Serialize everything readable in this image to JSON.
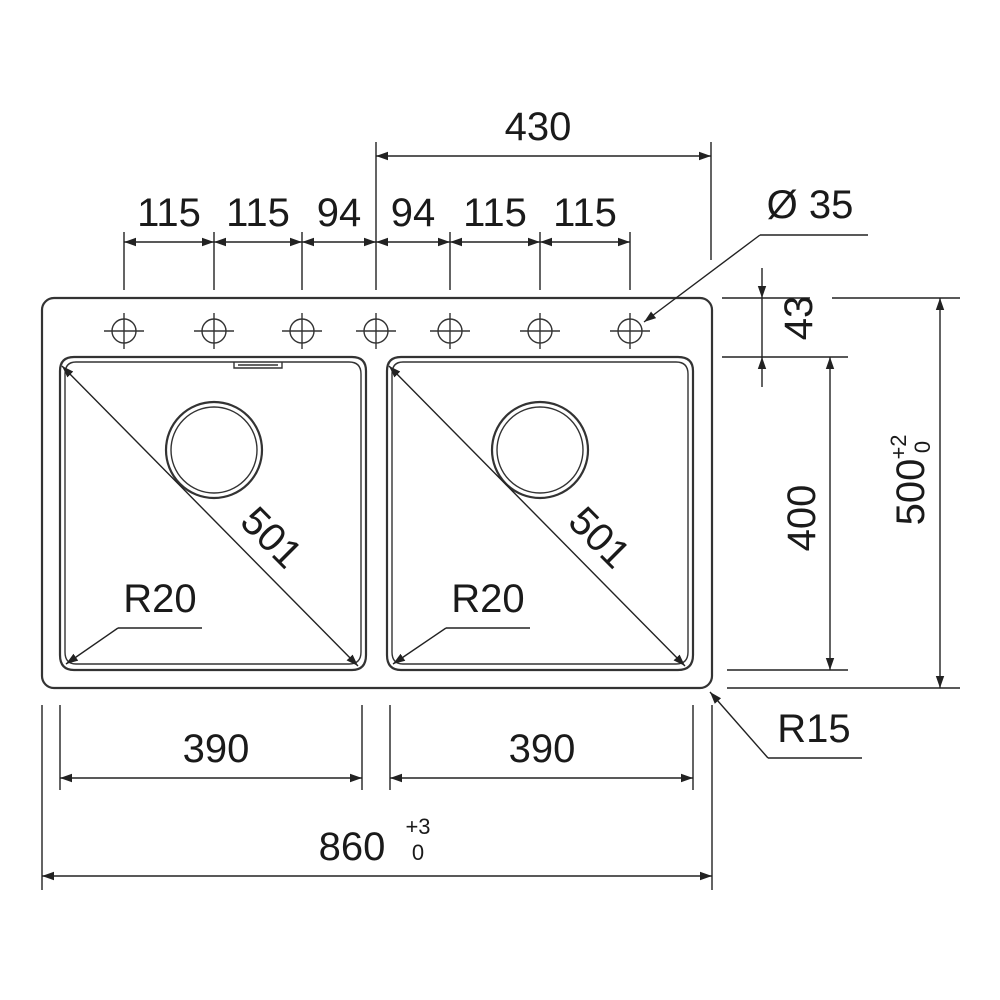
{
  "top": {
    "total_spacing": "430",
    "spacings": [
      "115",
      "115",
      "94",
      "94",
      "115",
      "115"
    ],
    "hole_diameter": "Ø 35"
  },
  "bowls": {
    "left": {
      "diagonal": "501",
      "corner_radius": "R20",
      "width": "390"
    },
    "right": {
      "diagonal": "501",
      "corner_radius": "R20",
      "width": "390"
    }
  },
  "right_side": {
    "deck_depth": "43",
    "bowl_depth": "400",
    "total_depth": "500",
    "total_depth_tol_upper": "+2",
    "total_depth_tol_lower": "0",
    "outer_radius": "R15"
  },
  "bottom": {
    "total_width": "860",
    "total_width_tol_upper": "+3",
    "total_width_tol_lower": "0"
  }
}
